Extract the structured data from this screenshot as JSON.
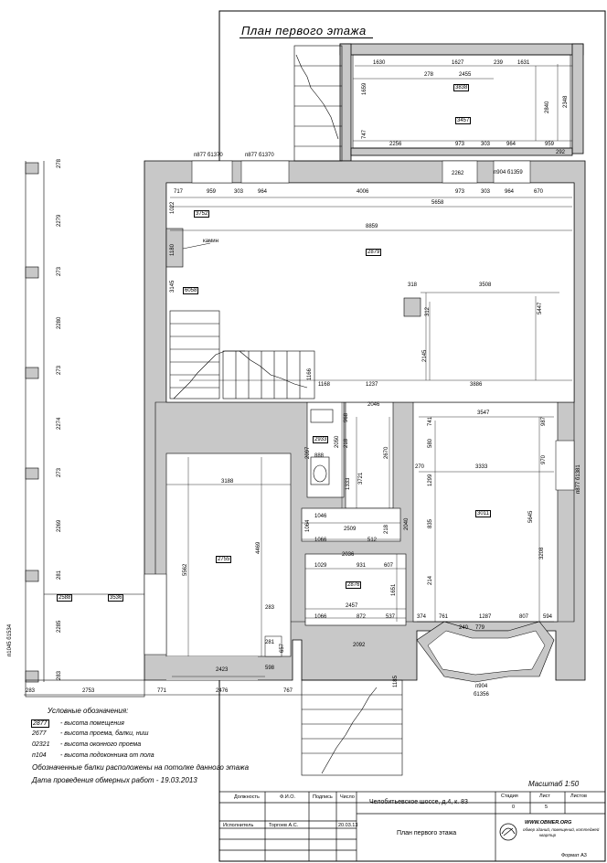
{
  "title": "План первого этажа",
  "scale": "Масштаб 1:50",
  "format": "Формат А3",
  "legend": {
    "heading": "Условные обозначения:",
    "items": [
      {
        "key": "2877",
        "text": "- высота помещения"
      },
      {
        "key": "2677",
        "text": "- высота проема, балки, ниш"
      },
      {
        "key": "02321",
        "text": "- высота оконного проема"
      },
      {
        "key": "п104",
        "text": "- высота подоконника от пола"
      }
    ],
    "note": "Обозначенные балки расположены на потолке данного этажа",
    "date": "Дата проведения обмерных работ - 19.03.2013"
  },
  "title_block": {
    "col_headers": [
      "Должность",
      "Ф.И.О.",
      "Подпись",
      "Число"
    ],
    "executor_role": "Исполнитель",
    "executor_name": "Торгоев А.С.",
    "executor_date": "20.03.13",
    "address": "Челобитьевское шоссе, д.4, к. 83",
    "sheet_name": "План первого этажа",
    "stage_headers": [
      "Стадия",
      "Лист",
      "Листов"
    ],
    "stage_values": [
      "0",
      "5",
      ""
    ],
    "company_url": "WWW.OBMER.ORG",
    "company_line1": "обмер зданий, помещений, коттеджей",
    "company_line2": "квартир"
  },
  "room_labels": {
    "heights": [
      "2879",
      "2755",
      "2933",
      "3011",
      "2876",
      "3838",
      "3752",
      "6058",
      "2588",
      "3536",
      "3457"
    ],
    "stove": "камин"
  },
  "openings": [
    "п877 б1370",
    "п877 б1370",
    "п904 б1359",
    "п877 б1381",
    "п1045 б1534",
    "п904",
    "б1356"
  ],
  "dimensions_outer_left": [
    "278",
    "2279",
    "273",
    "2280",
    "273",
    "2274",
    "273",
    "2269",
    "281",
    "2285",
    "283"
  ],
  "dimensions_bottom": [
    "283",
    "2753",
    "771",
    "2476",
    "767"
  ],
  "dimensions_terrace": [
    "1630",
    "1627",
    "1631",
    "278",
    "239",
    "2455",
    "1659",
    "2840",
    "2348",
    "747",
    "2256",
    "973",
    "303",
    "964",
    "959",
    "292",
    "2262"
  ],
  "dimensions_main": [
    "717",
    "959",
    "303",
    "964",
    "4006",
    "973",
    "303",
    "964",
    "670",
    "5658",
    "1022",
    "1180",
    "8859",
    "3145",
    "318",
    "3508",
    "312",
    "5447",
    "2145",
    "1166",
    "1168",
    "1237",
    "3886"
  ],
  "dimensions_center": [
    "2046",
    "968",
    "218",
    "2050",
    "2097",
    "888",
    "1333",
    "3721",
    "2670",
    "1046",
    "1064",
    "2509",
    "1066",
    "512",
    "218",
    "2036",
    "1029",
    "931",
    "607",
    "1651",
    "2457",
    "1066",
    "872",
    "537",
    "2092"
  ],
  "dimensions_right": [
    "3547",
    "741",
    "987",
    "580",
    "270",
    "3333",
    "970",
    "1299",
    "835",
    "2040",
    "5645",
    "3208",
    "214",
    "374",
    "761",
    "1287",
    "807",
    "594",
    "240",
    "779",
    "1185"
  ],
  "dimensions_left_room": [
    "3188",
    "5562",
    "4469",
    "283",
    "2423",
    "281",
    "657",
    "598"
  ]
}
